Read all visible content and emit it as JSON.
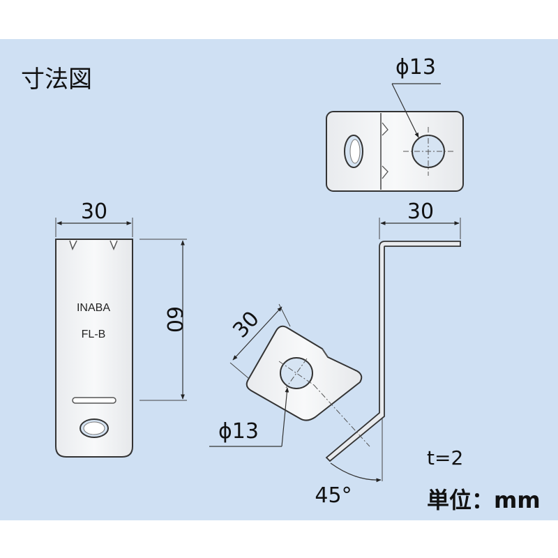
{
  "title": "寸法図",
  "front_view": {
    "marking_line1": "INABA",
    "marking_line2": "FL-B",
    "width_label": "30",
    "height_label": "60"
  },
  "top_view": {
    "hole_label": "ϕ13"
  },
  "side_view": {
    "top_width_label": "30",
    "angle_label": "45°"
  },
  "tilted_view": {
    "width_label": "30",
    "hole_label": "ϕ13"
  },
  "notes": {
    "thickness": "t=2",
    "unit": "単位：mm"
  },
  "colors": {
    "background": "#cfe0f3",
    "plate_fill": "#f4f5f7",
    "line": "#333333",
    "hole_fill": "#d6e4f3"
  }
}
